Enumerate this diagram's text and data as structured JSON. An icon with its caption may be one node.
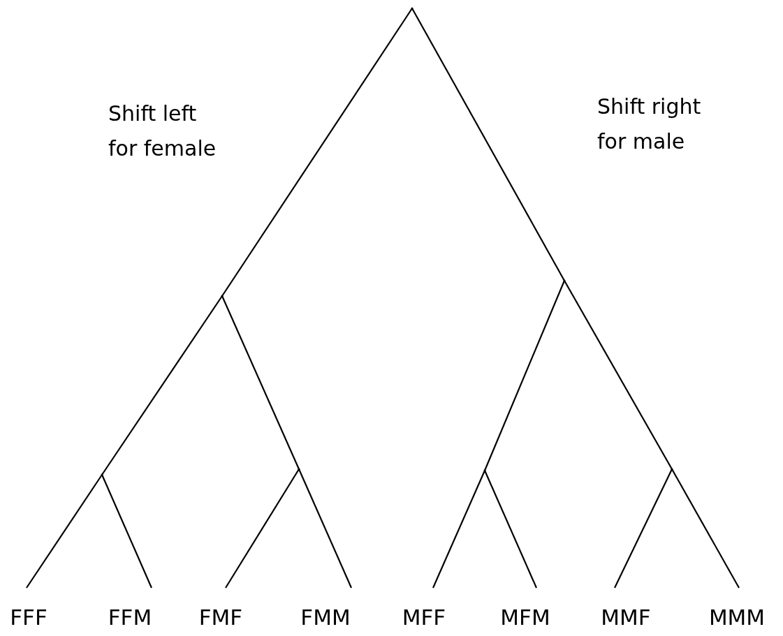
{
  "diagram": {
    "nodes": [
      {
        "text": [],
        "shape": "point"
      },
      {
        "text": [],
        "shape": "point"
      },
      {
        "text": [],
        "shape": "point"
      },
      {
        "text": [],
        "shape": "point"
      },
      {
        "text": [],
        "shape": "point"
      },
      {
        "text": [],
        "shape": "point"
      },
      {
        "text": [],
        "shape": "point"
      },
      {
        "text": [
          "FFF"
        ]
      },
      {
        "text": [
          "FFM"
        ]
      },
      {
        "text": [
          "FMF"
        ]
      },
      {
        "text": [
          "FMM"
        ]
      },
      {
        "text": [
          "MFF"
        ]
      },
      {
        "text": [
          "MFM"
        ]
      },
      {
        "text": [
          "MMF"
        ]
      },
      {
        "text": [
          "MMM"
        ]
      }
    ],
    "edges": [
      {
        "from": 0,
        "to": 1,
        "arrow": "none"
      },
      {
        "from": 0,
        "to": 2,
        "arrow": "none"
      },
      {
        "from": 1,
        "to": 3,
        "arrow": "none"
      },
      {
        "from": 1,
        "to": 4,
        "arrow": "none"
      },
      {
        "from": 2,
        "to": 5,
        "arrow": "none"
      },
      {
        "from": 2,
        "to": 6,
        "arrow": "none"
      },
      {
        "from": 3,
        "to": 7,
        "arrow": "none"
      },
      {
        "from": 3,
        "to": 8,
        "arrow": "none"
      },
      {
        "from": 4,
        "to": 9,
        "arrow": "none"
      },
      {
        "from": 4,
        "to": 10,
        "arrow": "none"
      },
      {
        "from": 5,
        "to": 11,
        "arrow": "none"
      },
      {
        "from": 5,
        "to": 12,
        "arrow": "none"
      },
      {
        "from": 6,
        "to": 13,
        "arrow": "none"
      },
      {
        "from": 6,
        "to": 14,
        "arrow": "none"
      }
    ],
    "labels": [
      "Shift left for female",
      "Shift right for male"
    ]
  }
}
